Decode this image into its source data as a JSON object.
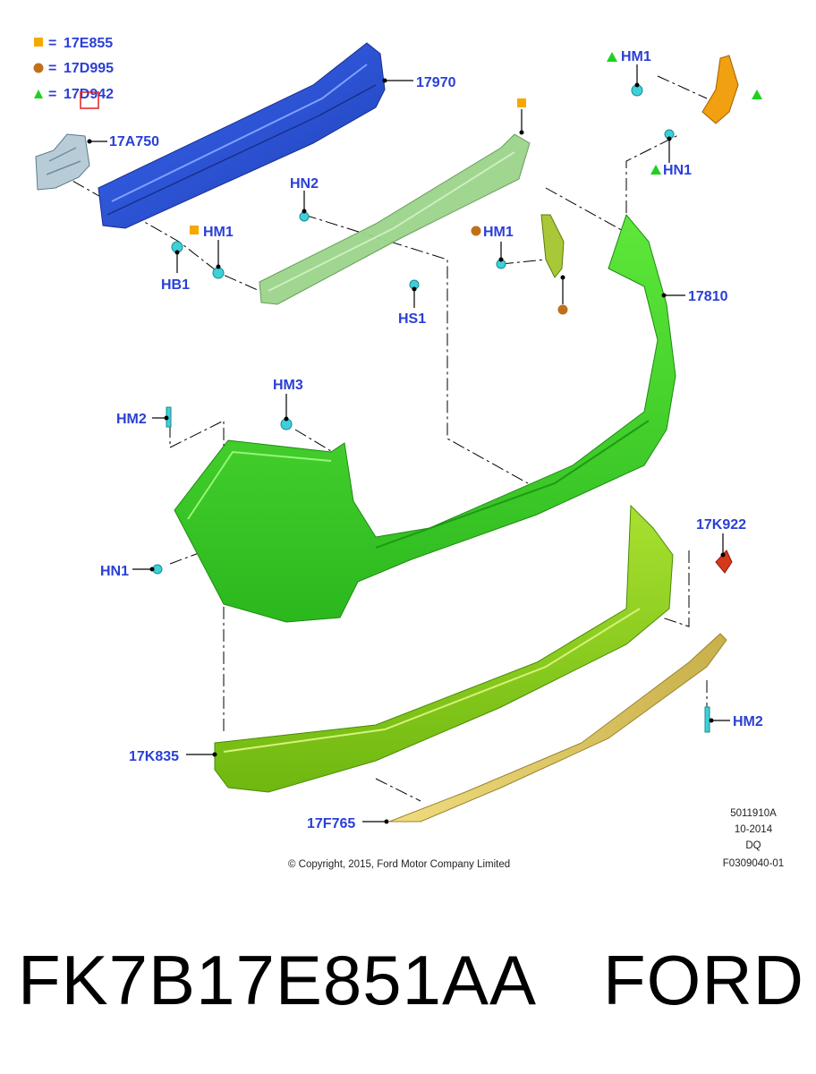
{
  "legend": [
    {
      "symbol": "square",
      "color": "#f5a800",
      "eq": "=",
      "code": "17E855"
    },
    {
      "symbol": "circle",
      "color": "#c0701a",
      "eq": "=",
      "code": "17D995"
    },
    {
      "symbol": "triangle",
      "color": "#1fd11f",
      "eq": "=",
      "code": "17D942"
    }
  ],
  "labels": {
    "l17970": "17970",
    "l17A750": "17A750",
    "lHB1": "HB1",
    "lHM1a": "HM1",
    "lHN2": "HN2",
    "lHS1": "HS1",
    "lHM1b": "HM1",
    "lHM1c": "HM1",
    "lHN1a": "HN1",
    "l17810": "17810",
    "lHM2a": "HM2",
    "lHM3": "HM3",
    "lHN1b": "HN1",
    "l17K922": "17K922",
    "lHM2b": "HM2",
    "l17K835": "17K835",
    "l17F765": "17F765"
  },
  "info": {
    "code": "5011910A",
    "date": "10-2014",
    "initials": "DQ",
    "ref": "F0309040-01"
  },
  "copyright": "© Copyright, 2015, Ford Motor Company Limited",
  "part_number": "FK7B17E851AA",
  "brand": "FORD",
  "colors": {
    "label_blue": "#2a3fd6",
    "reinforcement_blue": "#2f55d8",
    "absorber_green": "#9bd48a",
    "bumper_green": "#3fd42a",
    "lower_green": "#8fd01a",
    "skid_gold": "#e2cf62",
    "bracket_orange": "#f0a010",
    "clip_cyan": "#3ed0d8",
    "reflector_red": "#d43a1a",
    "highlight_red": "#e02020"
  }
}
